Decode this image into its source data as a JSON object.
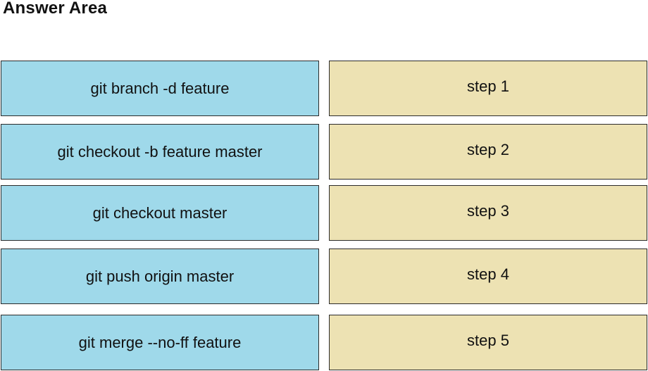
{
  "title": "Answer Area",
  "commands": [
    "git branch -d feature",
    "git checkout -b feature master",
    "git checkout master",
    "git push origin master",
    "git merge --no-ff feature"
  ],
  "steps": [
    "step 1",
    "step 2",
    "step 3",
    "step 4",
    "step 5"
  ],
  "colors": {
    "command_box": "#9fd9ea",
    "step_box": "#ede2b3",
    "border": "#2b2b2b"
  }
}
